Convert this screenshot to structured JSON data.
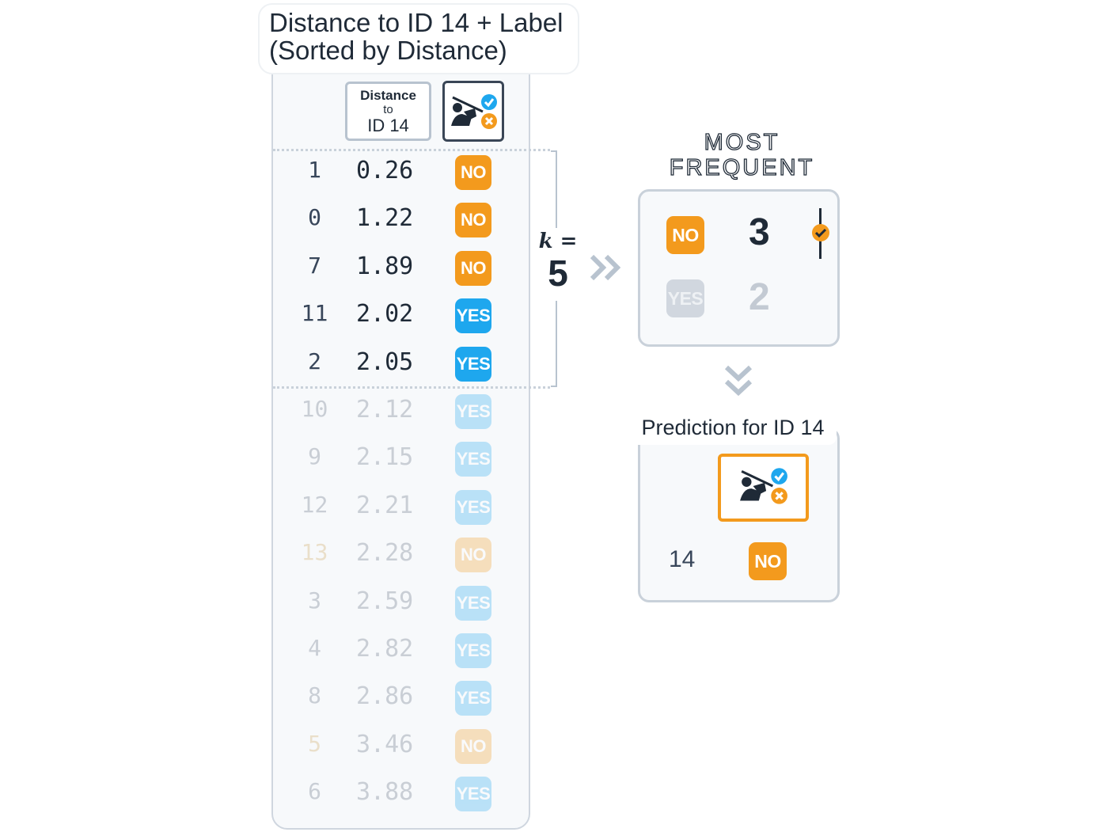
{
  "title": {
    "line1": "Distance to ID 14 + Label",
    "line2": "(Sorted by Distance)"
  },
  "header": {
    "distance_line1": "Distance",
    "distance_line2": "to",
    "distance_line3": "ID 14",
    "label_icon": "golf-decision-icon"
  },
  "rows": [
    {
      "id": "1",
      "distance": "0.26",
      "label": "NO",
      "in_k": true
    },
    {
      "id": "0",
      "distance": "1.22",
      "label": "NO",
      "in_k": true
    },
    {
      "id": "7",
      "distance": "1.89",
      "label": "NO",
      "in_k": true
    },
    {
      "id": "11",
      "distance": "2.02",
      "label": "YES",
      "in_k": true
    },
    {
      "id": "2",
      "distance": "2.05",
      "label": "YES",
      "in_k": true
    },
    {
      "id": "10",
      "distance": "2.12",
      "label": "YES",
      "in_k": false
    },
    {
      "id": "9",
      "distance": "2.15",
      "label": "YES",
      "in_k": false
    },
    {
      "id": "12",
      "distance": "2.21",
      "label": "YES",
      "in_k": false
    },
    {
      "id": "13",
      "distance": "2.28",
      "label": "NO",
      "in_k": false
    },
    {
      "id": "3",
      "distance": "2.59",
      "label": "YES",
      "in_k": false
    },
    {
      "id": "4",
      "distance": "2.82",
      "label": "YES",
      "in_k": false
    },
    {
      "id": "8",
      "distance": "2.86",
      "label": "YES",
      "in_k": false
    },
    {
      "id": "5",
      "distance": "3.46",
      "label": "NO",
      "in_k": false
    },
    {
      "id": "6",
      "distance": "3.88",
      "label": "YES",
      "in_k": false
    }
  ],
  "k": {
    "label": "k =",
    "value": "5"
  },
  "most_frequent": {
    "title_line1": "MOST",
    "title_line2": "FREQUENT",
    "winner": {
      "label": "NO",
      "count": "3"
    },
    "other": {
      "label": "YES",
      "count": "2"
    }
  },
  "prediction": {
    "title": "Prediction for ID 14",
    "id": "14",
    "label": "NO"
  },
  "colors": {
    "no": "#f39a1d",
    "yes": "#1ea7ee",
    "text": "#1f2a37",
    "border": "#c9d1da"
  }
}
